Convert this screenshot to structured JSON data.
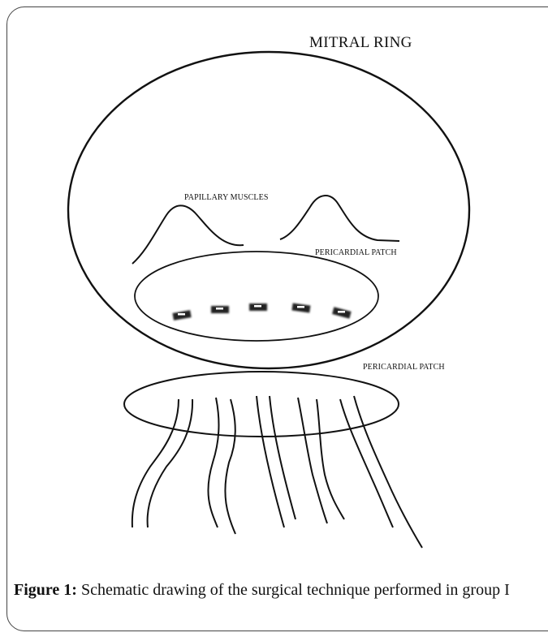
{
  "labels": {
    "mitral_ring": "MITRAL RING",
    "papillary_muscles": "PAPILLARY MUSCLES",
    "pericardial_patch_inner": "PERICARDIAL PATCH",
    "pericardial_patch_lower": "PERICARDIAL PATCH"
  },
  "caption": {
    "label": "Figure 1:",
    "text": " Schematic drawing of the surgical technique performed in group I"
  }
}
